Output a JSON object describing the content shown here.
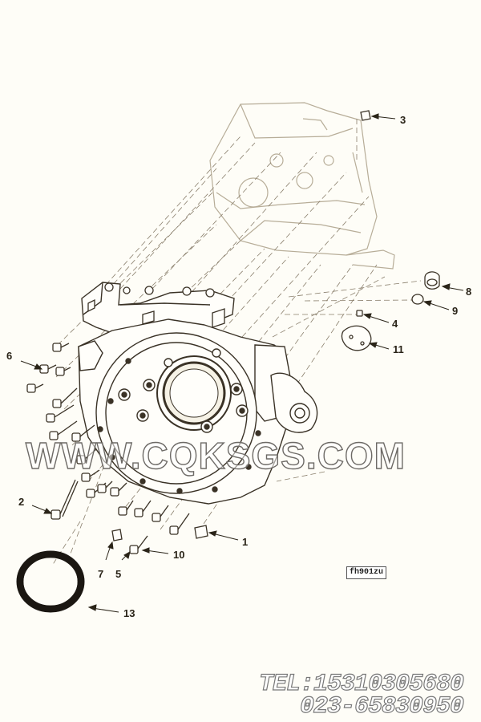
{
  "callouts": [
    {
      "label": "3"
    },
    {
      "label": "8"
    },
    {
      "label": "9"
    },
    {
      "label": "4"
    },
    {
      "label": "11"
    },
    {
      "label": "6"
    },
    {
      "label": "2"
    },
    {
      "label": "1"
    },
    {
      "label": "10"
    },
    {
      "label": "7"
    },
    {
      "label": "5"
    },
    {
      "label": "13"
    }
  ],
  "figure_tag": "fh901zu",
  "watermark": "WWW.CQKSGS.COM",
  "contact": {
    "tel": "TEL:15310305680",
    "phone": "023-65830950"
  },
  "colors": {
    "line": "#3a3226",
    "dash": "#8a7f6c",
    "background": "#fefdf7"
  }
}
